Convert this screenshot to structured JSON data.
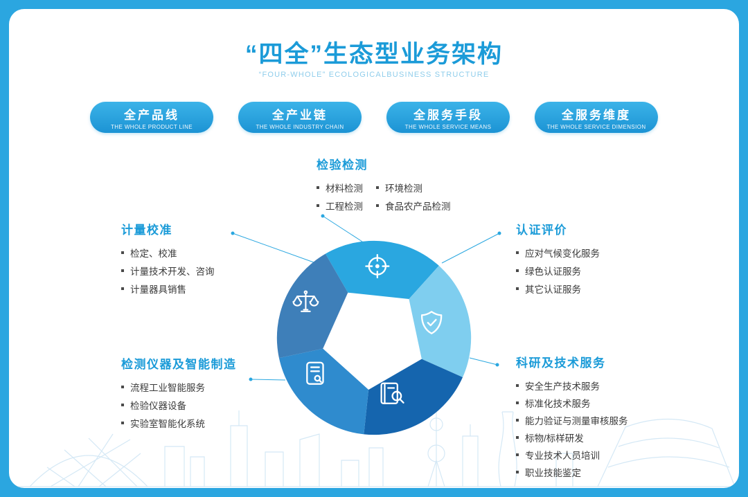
{
  "page": {
    "title": "“四全”生态型业务架构",
    "subtitle": "“FOUR-WHOLE” ECOLOGICALBUSINESS STRUCTURE"
  },
  "pills": [
    {
      "zh": "全产品线",
      "en": "THE WHOLE PRODUCT LINE"
    },
    {
      "zh": "全产业链",
      "en": "THE WHOLE INDUSTRY CHAIN"
    },
    {
      "zh": "全服务手段",
      "en": "THE WHOLE SERVICE MEANS"
    },
    {
      "zh": "全服务维度",
      "en": "THE WHOLE SERVICE DIMENSION"
    }
  ],
  "sections": {
    "inspection": {
      "title": "检验检测",
      "icon": "target-icon",
      "items": [
        "材料检测",
        "环境检测",
        "工程检测",
        "食品农产品检测"
      ]
    },
    "metrology": {
      "title": "计量校准",
      "icon": "scales-icon",
      "items": [
        "检定、校准",
        "计量技术开发、咨询",
        "计量器具销售"
      ]
    },
    "certification": {
      "title": "认证评价",
      "icon": "shield-check-icon",
      "items": [
        "应对气候变化服务",
        "绿色认证服务",
        "其它认证服务"
      ]
    },
    "instruments": {
      "title": "检测仪器及智能制造",
      "icon": "device-icon",
      "items": [
        "流程工业智能服务",
        "检验仪器设备",
        "实验室智能化系统"
      ]
    },
    "research": {
      "title": "科研及技术服务",
      "icon": "book-search-icon",
      "items": [
        "安全生产技术服务",
        "标准化技术服务",
        "能力验证与测量审核服务",
        "标物/标样研发",
        "专业技术人员培训",
        "职业技能鉴定"
      ]
    }
  },
  "colors": {
    "frame": "#2BA6E0",
    "accent": "#1B9BD8",
    "segment_inspection": "#2AA7E0",
    "segment_certification": "#7FCEEF",
    "segment_research": "#1565AE",
    "segment_instruments": "#2F8BCE",
    "segment_metrology": "#3E7FB9"
  }
}
